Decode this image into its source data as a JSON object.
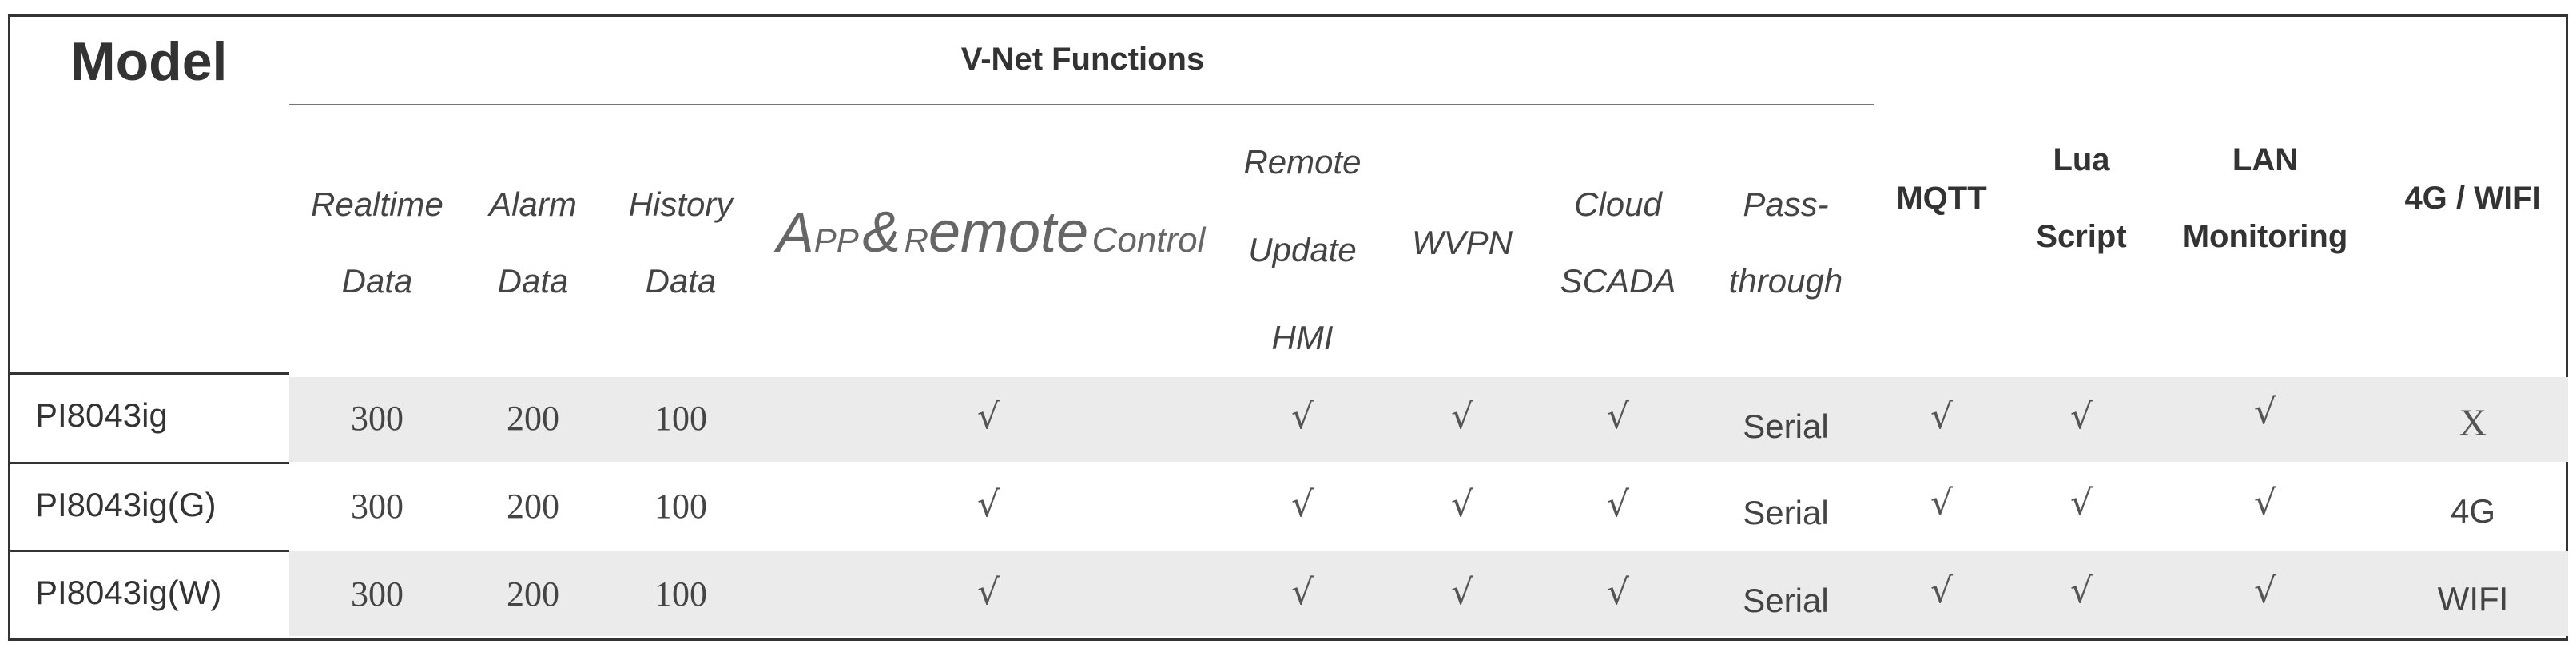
{
  "header": {
    "model_label": "Model",
    "group_label": "V-Net Functions",
    "columns": {
      "realtime": [
        "Realtime",
        "Data"
      ],
      "alarm": [
        "Alarm",
        "Data"
      ],
      "history": [
        "History",
        "Data"
      ],
      "app": {
        "p1": "A",
        "p2": "PP",
        "p3": "&",
        "p4": "R",
        "p5": "emote",
        "p6": "Control"
      },
      "remote": [
        "Remote",
        "Update",
        "HMI"
      ],
      "wvpn": [
        "WVPN"
      ],
      "cloud": [
        "Cloud",
        "SCADA"
      ],
      "pass": [
        "Pass-",
        "through"
      ],
      "mqtt": [
        "MQTT"
      ],
      "lua": [
        "Lua",
        "Script"
      ],
      "lan": [
        "LAN",
        "Monitoring"
      ],
      "net": [
        "4G / WIFI"
      ]
    }
  },
  "rows": [
    {
      "model": "PI8043ig",
      "realtime": "300",
      "alarm": "200",
      "history": "100",
      "app": "√",
      "remote": "√",
      "wvpn": "√",
      "cloud": "√",
      "pass": "Serial",
      "mqtt": "√",
      "lua": "√",
      "lan": "√",
      "net": "X"
    },
    {
      "model": "PI8043ig(G)",
      "realtime": "300",
      "alarm": "200",
      "history": "100",
      "app": "√",
      "remote": "√",
      "wvpn": "√",
      "cloud": "√",
      "pass": "Serial",
      "mqtt": "√",
      "lua": "√",
      "lan": "√",
      "net": "4G"
    },
    {
      "model": "PI8043ig(W)",
      "realtime": "300",
      "alarm": "200",
      "history": "100",
      "app": "√",
      "remote": "√",
      "wvpn": "√",
      "cloud": "√",
      "pass": "Serial",
      "mqtt": "√",
      "lua": "√",
      "lan": "√",
      "net": "WIFI"
    }
  ]
}
